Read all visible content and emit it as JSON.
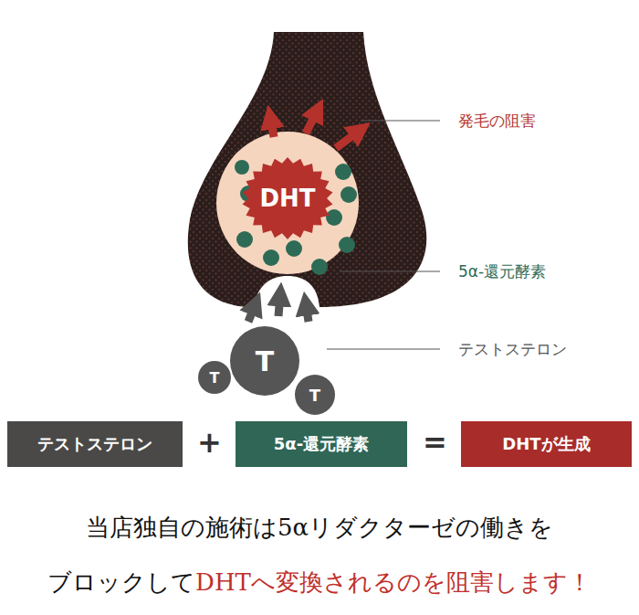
{
  "diagram": {
    "nodes": [
      {
        "text": [
          "DHT"
        ]
      },
      {
        "text": [
          "T"
        ]
      },
      {
        "text": [
          "T"
        ]
      },
      {
        "text": [
          "T"
        ]
      },
      {
        "text": [
          "テストステロン"
        ]
      },
      {
        "text": [
          "5α-還元酵素"
        ]
      },
      {
        "text": [
          "DHTが生成"
        ]
      }
    ],
    "labels": [
      "発毛の阻害",
      "5α-還元酵素",
      "テストステロン",
      "+",
      "=",
      "当店独自の施術は5αリダクターゼの働きを",
      "ブロックして",
      "DHTへ変換されるのを阻害します！"
    ]
  }
}
